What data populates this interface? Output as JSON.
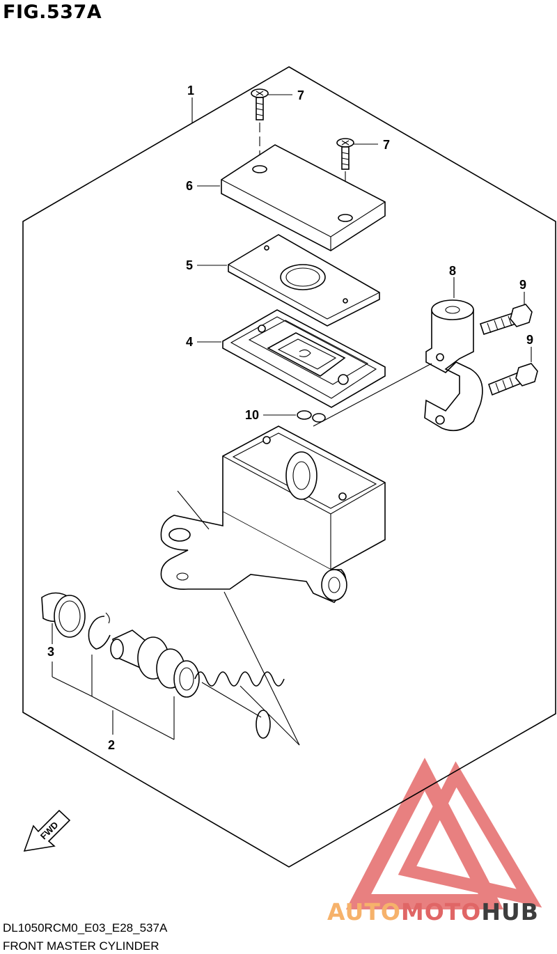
{
  "figure": {
    "title": "FIG.537A",
    "model_code": "DL1050RCM0_E03_E28_537A",
    "assembly_name": "FRONT MASTER CYLINDER"
  },
  "callouts": {
    "c1": "1",
    "c2": "2",
    "c3": "3",
    "c4": "4",
    "c5": "5",
    "c6": "6",
    "c7a": "7",
    "c7b": "7",
    "c8": "8",
    "c9a": "9",
    "c9b": "9",
    "c10": "10"
  },
  "direction_badge": {
    "text": "FWD"
  },
  "watermark": {
    "part1": "AUTO",
    "part2": "MOTO",
    "part3": "HUB",
    "colors": {
      "auto": "#f6b26b",
      "moto": "#e06666",
      "hub": "#3d3d3d",
      "logo": "#e46b6b"
    }
  }
}
